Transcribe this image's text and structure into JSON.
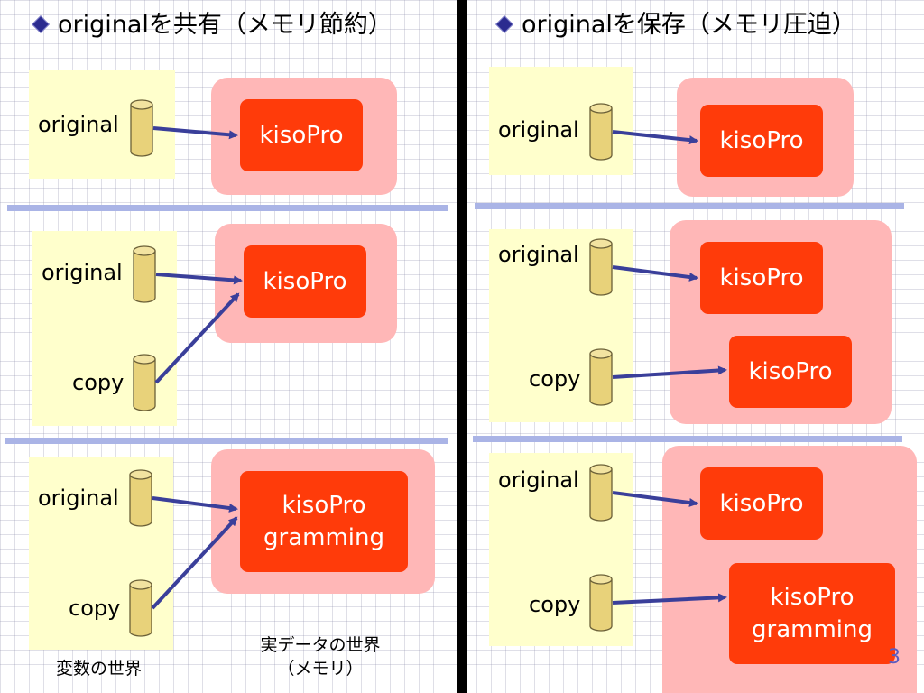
{
  "left": {
    "heading": "originalを共有（メモリ節約）",
    "row1": {
      "var1": "original",
      "data": "kisoPro"
    },
    "row2": {
      "var1": "original",
      "var2": "copy",
      "data": "kisoPro"
    },
    "row3": {
      "var1": "original",
      "var2": "copy",
      "data_line1": "kisoPro",
      "data_line2": "gramming"
    }
  },
  "right": {
    "heading": "originalを保存（メモリ圧迫）",
    "row1": {
      "var1": "original",
      "data": "kisoPro"
    },
    "row2": {
      "var1": "original",
      "var2": "copy",
      "data1": "kisoPro",
      "data2": "kisoPro"
    },
    "row3": {
      "var1": "original",
      "var2": "copy",
      "data1": "kisoPro",
      "data2_line1": "kisoPro",
      "data2_line2": "gramming"
    }
  },
  "captions": {
    "variables": "変数の世界",
    "memory_line1": "実データの世界",
    "memory_line2": "（メモリ）"
  },
  "page_number": "3",
  "colors": {
    "data_box": "#ff3b0a",
    "memory_panel": "#ffb7b7",
    "variable_panel": "#ffffcc",
    "cylinder": "#e8d27a",
    "arrow": "#3a3f9a"
  }
}
